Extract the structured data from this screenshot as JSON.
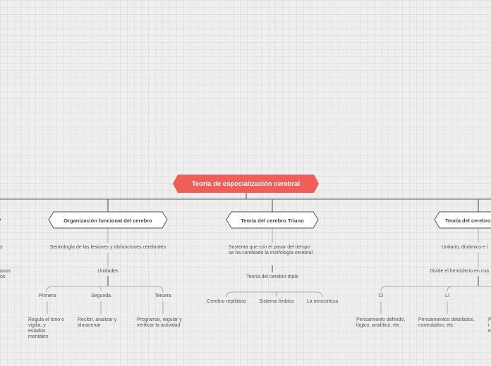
{
  "colors": {
    "root_fill": "#ef5f5a",
    "line": "#555555",
    "curve": "#aaaaaa"
  },
  "root": {
    "title": "Teoría de especialización cerebral"
  },
  "left": {
    "frag1": "s",
    "frag2": "anos",
    "frag3": "os"
  },
  "branch1": {
    "title": "Organización funcional del cerebro",
    "sub": "Semiología de las lesiones y disfunciones cerebrales",
    "units": "Unidades",
    "items": [
      {
        "label": "Primera",
        "desc": [
          "Regula el tono o",
          "vigilia, y",
          "estados",
          "mentales"
        ]
      },
      {
        "label": "Segunda",
        "desc": [
          "Recibir, analizar y",
          "almacenar"
        ]
      },
      {
        "label": "Tercera",
        "desc": [
          "Programar, regular y",
          "verificar la actividad"
        ]
      }
    ]
  },
  "branch2": {
    "title": "Teoría del cerebro Triuno",
    "sub": [
      "Sustenta que con el pasar del tiempo",
      "se ha cambiado la morfología cerebral"
    ],
    "mid": "Teoría del cerebro triple",
    "items": [
      "Cerebro reptiliano",
      "Sistema límbico",
      "La neocorteza"
    ]
  },
  "branch3": {
    "title": "Teoría del cerebro",
    "sub": "Unitario, dinámico e i",
    "mid": "Divide el hemisferio en cua",
    "items": [
      {
        "label": "CI",
        "desc": [
          "Pensamiento definido,",
          "lógico, analítico, etc."
        ]
      },
      {
        "label": "LI",
        "desc": [
          "Pensamientos detallados,",
          "controlados, etc."
        ]
      }
    ],
    "frag": [
      "P",
      "i",
      "e"
    ]
  }
}
